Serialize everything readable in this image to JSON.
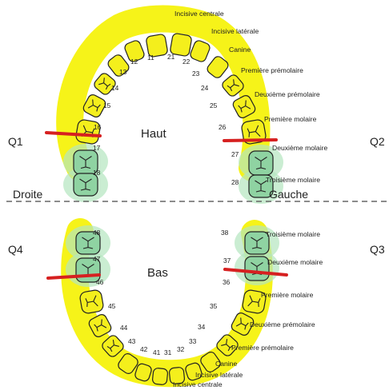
{
  "jaws": {
    "upper": "Haut",
    "lower": "Bas"
  },
  "quadrants": {
    "q1": "Q1",
    "q2": "Q2",
    "q3": "Q3",
    "q4": "Q4"
  },
  "sides": {
    "right": "Droite",
    "left": "Gauche"
  },
  "colors": {
    "highlight": "#f5f200",
    "tooth_fill": "#f4ef1c",
    "molar_glow": "#b4e6bf",
    "molar_fill": "#8fd3a2",
    "outline": "#222222",
    "divider": "#666666",
    "cut_line": "#d62020"
  },
  "teeth": [
    {
      "num": "11",
      "group": "incisor"
    },
    {
      "num": "12",
      "group": "incisor"
    },
    {
      "num": "13",
      "group": "canine"
    },
    {
      "num": "14",
      "group": "premolar"
    },
    {
      "num": "15",
      "group": "premolar"
    },
    {
      "num": "16",
      "group": "molar"
    },
    {
      "num": "17",
      "group": "molar",
      "highlighted": true
    },
    {
      "num": "18",
      "group": "molar",
      "highlighted": true
    },
    {
      "num": "21",
      "group": "incisor"
    },
    {
      "num": "22",
      "group": "incisor"
    },
    {
      "num": "23",
      "group": "canine"
    },
    {
      "num": "24",
      "group": "premolar"
    },
    {
      "num": "25",
      "group": "premolar"
    },
    {
      "num": "26",
      "group": "molar"
    },
    {
      "num": "27",
      "group": "molar",
      "highlighted": true
    },
    {
      "num": "28",
      "group": "molar",
      "highlighted": true
    },
    {
      "num": "31",
      "group": "incisor"
    },
    {
      "num": "32",
      "group": "incisor"
    },
    {
      "num": "33",
      "group": "canine"
    },
    {
      "num": "34",
      "group": "premolar"
    },
    {
      "num": "35",
      "group": "premolar"
    },
    {
      "num": "36",
      "group": "molar"
    },
    {
      "num": "37",
      "group": "molar",
      "highlighted": true
    },
    {
      "num": "38",
      "group": "molar",
      "highlighted": true
    },
    {
      "num": "41",
      "group": "incisor"
    },
    {
      "num": "42",
      "group": "incisor"
    },
    {
      "num": "43",
      "group": "canine"
    },
    {
      "num": "44",
      "group": "premolar"
    },
    {
      "num": "45",
      "group": "premolar"
    },
    {
      "num": "46",
      "group": "molar"
    },
    {
      "num": "47",
      "group": "molar",
      "highlighted": true
    },
    {
      "num": "48",
      "group": "molar",
      "highlighted": true
    }
  ],
  "upper_names": [
    "Incisive centrale",
    "Incisive latérale",
    "Canine",
    "Première prémolaire",
    "Deuxième prémolaire",
    "Première molaire",
    "Deuxième molaire",
    "Troisième molaire"
  ],
  "lower_names": [
    "Troisième molaire",
    "Deuxième molaire",
    "Première molaire",
    "Deuxième prémolaire",
    "Première prémolaire",
    "Canine",
    "Incisive latérale",
    "Incisive centrale"
  ]
}
